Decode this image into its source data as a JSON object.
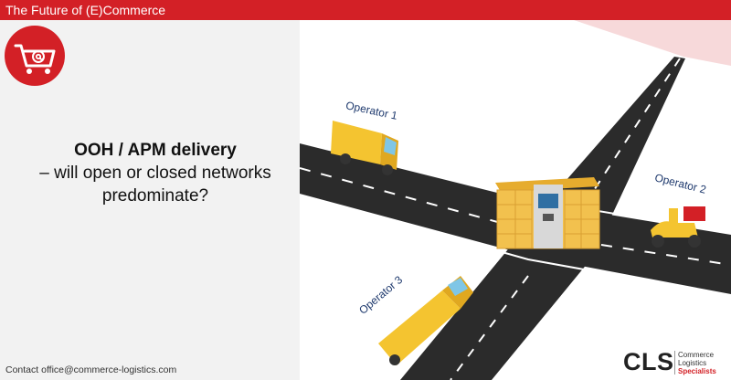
{
  "header": {
    "title": "The Future of (E)Commerce"
  },
  "headline": {
    "line1": "OOH / APM delivery",
    "line2": "– will open or closed networks",
    "line3": "predominate?"
  },
  "footer": {
    "contact": "Contact office@commerce-logistics.com"
  },
  "operators": [
    "Operator 1",
    "Operator 2",
    "Operator 3"
  ],
  "brand": {
    "abbr": "CLS",
    "line1": "Commerce",
    "line2": "Logistics",
    "line3": "Specialists"
  },
  "icons": {
    "logo": "shopping-cart-at-icon"
  },
  "colors": {
    "accent": "#d32026",
    "road": "#2b2b2b",
    "vehicle": "#f4c430",
    "locker": "#f2c14e"
  }
}
